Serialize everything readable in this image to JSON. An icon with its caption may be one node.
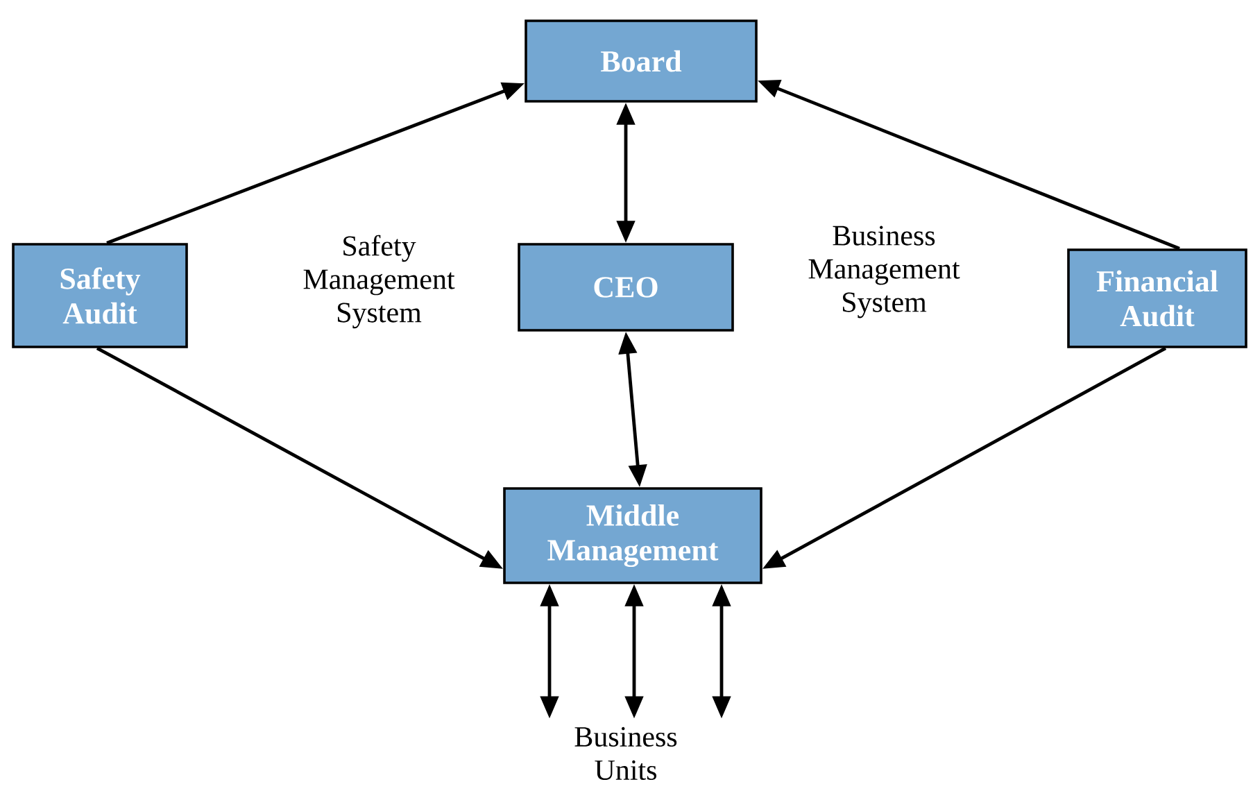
{
  "diagram": {
    "nodes": [
      {
        "text": [
          "Board"
        ]
      },
      {
        "text": [
          "Safety Audit"
        ]
      },
      {
        "text": [
          "CEO"
        ]
      },
      {
        "text": [
          "Financial Audit"
        ]
      },
      {
        "text": [
          "Middle Management"
        ]
      },
      {
        "text": [
          "Business Units"
        ]
      }
    ],
    "edges": [
      {
        "from": 1,
        "to": 0,
        "arrow": "to"
      },
      {
        "from": 1,
        "to": 4,
        "arrow": "to"
      },
      {
        "from": 3,
        "to": 0,
        "arrow": "to"
      },
      {
        "from": 3,
        "to": 4,
        "arrow": "to"
      },
      {
        "from": 0,
        "to": 2,
        "arrow": "both"
      },
      {
        "from": 2,
        "to": 4,
        "arrow": "both"
      },
      {
        "from": 4,
        "to": 5,
        "arrow": "both"
      },
      {
        "from": 4,
        "to": 5,
        "arrow": "both"
      },
      {
        "from": 4,
        "to": 5,
        "arrow": "both"
      }
    ],
    "labels": [
      "Safety Management System",
      "Business Management System"
    ]
  }
}
